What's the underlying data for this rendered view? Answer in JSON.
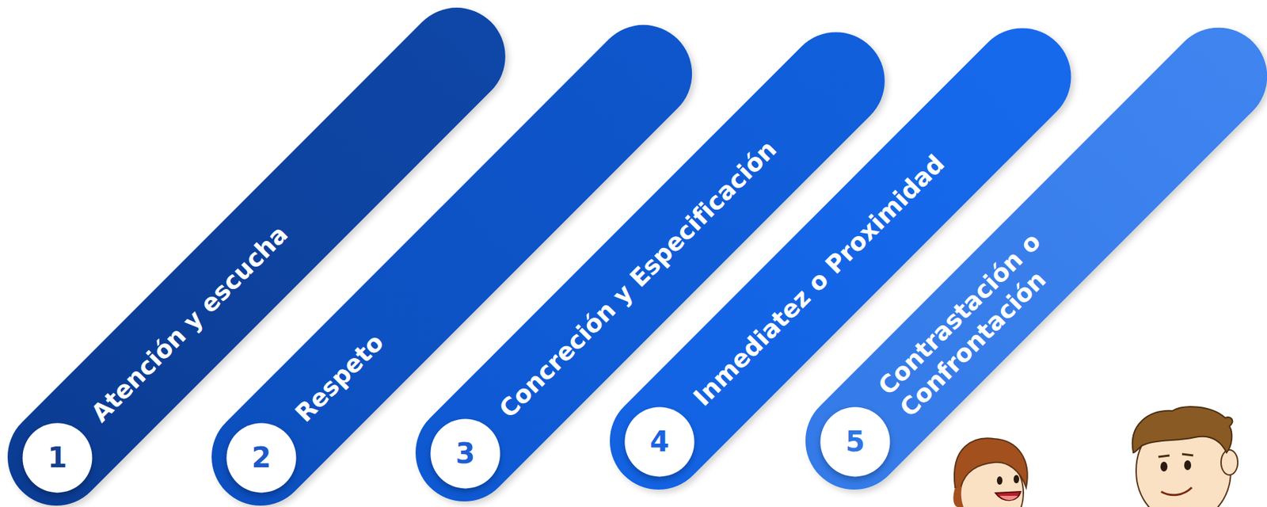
{
  "diagram": {
    "nodes": [
      {
        "text": [
          "Atención y escucha"
        ]
      },
      {
        "text": [
          "1"
        ],
        "in": 0
      },
      {
        "text": [
          "Respeto"
        ]
      },
      {
        "text": [
          "2"
        ],
        "in": 2
      },
      {
        "text": [
          "Concreción y Especificación"
        ]
      },
      {
        "text": [
          "3"
        ],
        "in": 4
      },
      {
        "text": [
          "Inmediatez o Proximidad"
        ]
      },
      {
        "text": [
          "4"
        ],
        "in": 6
      },
      {
        "text": [
          "Contrastación o Confrontación"
        ]
      },
      {
        "text": [
          "5"
        ],
        "in": 8
      }
    ]
  }
}
